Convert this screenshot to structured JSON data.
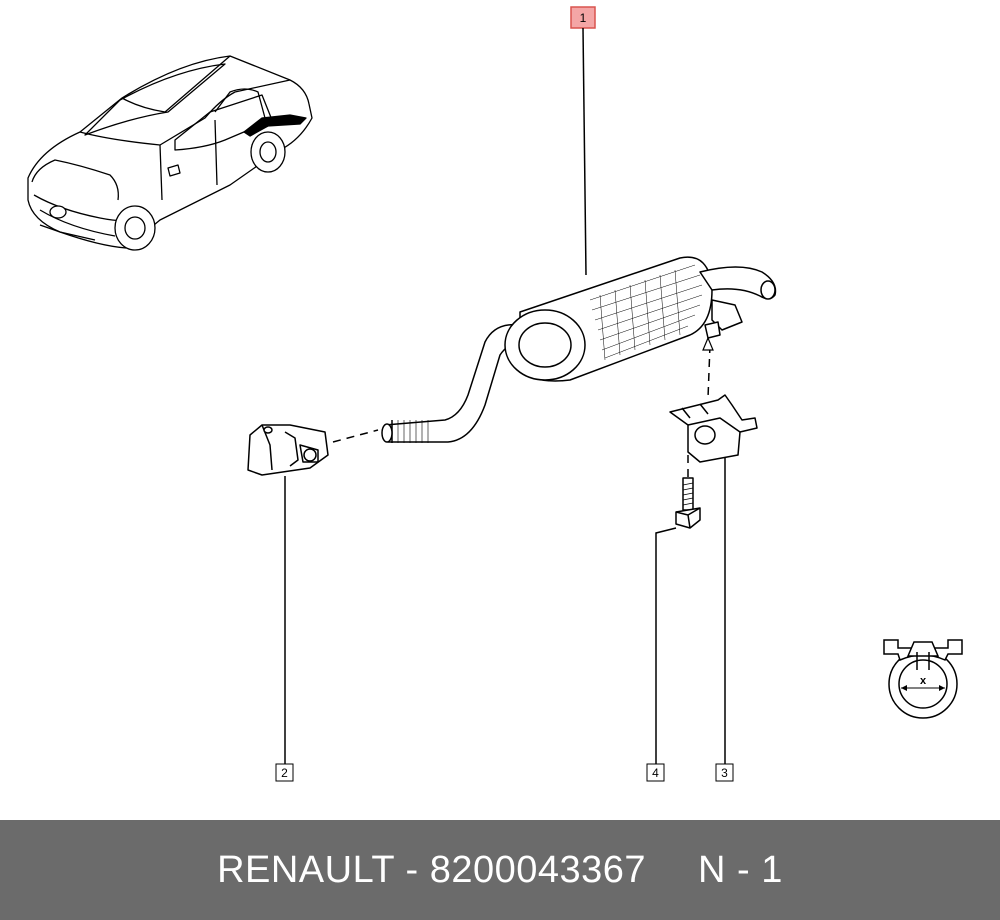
{
  "diagram": {
    "callouts": {
      "c1": "1",
      "c2": "2",
      "c3": "3",
      "c4": "4"
    },
    "detail_label": "x",
    "colors": {
      "highlight_box": "#f4a6a6",
      "highlight_border": "#d9534f",
      "line": "#000000"
    }
  },
  "footer": {
    "brand_part": "RENAULT - 8200043367",
    "quantity": "N - 1",
    "background": "#6b6b6b",
    "text_color": "#ffffff"
  }
}
